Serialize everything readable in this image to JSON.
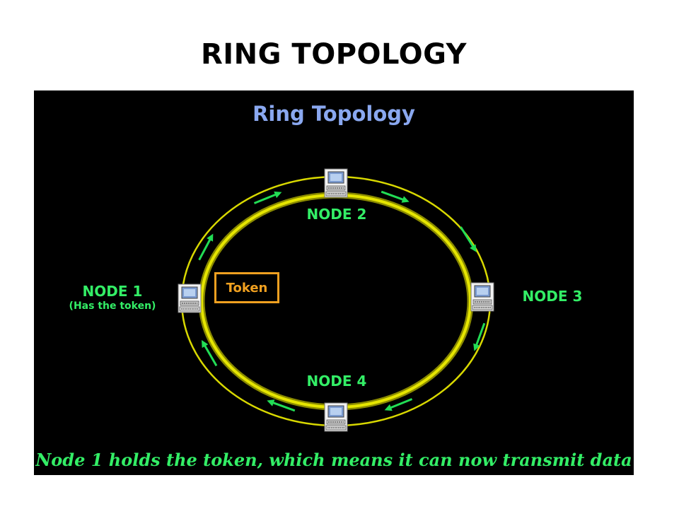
{
  "slide_title": "RING TOPOLOGY",
  "diagram": {
    "title": "Ring Topology",
    "nodes": [
      {
        "label": "NODE 1",
        "sublabel": "(Has the token)",
        "icon": "computer-icon"
      },
      {
        "label": "NODE 2",
        "icon": "computer-icon"
      },
      {
        "label": "NODE 3",
        "icon": "computer-icon"
      },
      {
        "label": "NODE 4",
        "icon": "computer-icon"
      }
    ],
    "token_label": "Token",
    "caption": "Node 1 holds the token, which means it can now transmit data",
    "colors": {
      "background": "#000000",
      "ring": "#d8d800",
      "label": "#33ee66",
      "arrow": "#22dd55",
      "token": "#f0a020",
      "title": "#8aa8f0"
    },
    "flow_direction": "clockwise"
  }
}
